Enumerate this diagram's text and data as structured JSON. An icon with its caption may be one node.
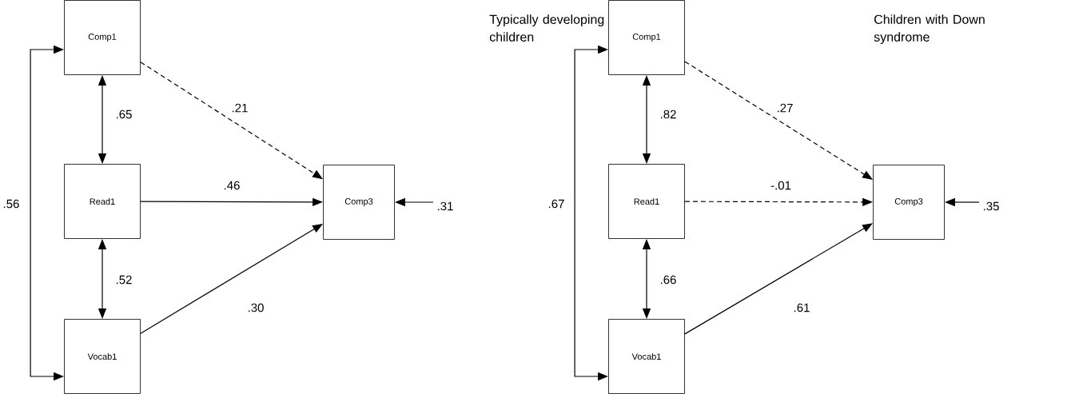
{
  "diagram": {
    "nodes": [
      {
        "text": [
          "Comp1"
        ]
      },
      {
        "text": [
          "Read1"
        ]
      },
      {
        "text": [
          "Vocab1"
        ]
      },
      {
        "text": [
          "Comp3"
        ]
      },
      {
        "text": [
          "Comp1"
        ]
      },
      {
        "text": [
          "Read1"
        ]
      },
      {
        "text": [
          "Vocab1"
        ]
      },
      {
        "text": [
          "Comp3"
        ]
      }
    ],
    "edges": [
      {
        "from": 0,
        "to": 1,
        "arrow": "both",
        "label": ".65"
      },
      {
        "from": 1,
        "to": 2,
        "arrow": "both",
        "label": ".52"
      },
      {
        "from": 0,
        "to": 2,
        "arrow": "both",
        "label": ".56"
      },
      {
        "from": 0,
        "to": 3,
        "arrow": "to",
        "label": ".21",
        "style": "dashed"
      },
      {
        "from": 1,
        "to": 3,
        "arrow": "to",
        "label": ".46"
      },
      {
        "from": 2,
        "to": 3,
        "arrow": "to",
        "label": ".30"
      },
      {
        "from": null,
        "to": 3,
        "arrow": "to",
        "label": ".31"
      },
      {
        "from": 4,
        "to": 5,
        "arrow": "both",
        "label": ".82"
      },
      {
        "from": 5,
        "to": 6,
        "arrow": "both",
        "label": ".66"
      },
      {
        "from": 4,
        "to": 6,
        "arrow": "both",
        "label": ".67"
      },
      {
        "from": 4,
        "to": 7,
        "arrow": "to",
        "label": ".27",
        "style": "dashed"
      },
      {
        "from": 5,
        "to": 7,
        "arrow": "to",
        "label": "-.01",
        "style": "dashed"
      },
      {
        "from": 6,
        "to": 7,
        "arrow": "to",
        "label": ".61"
      },
      {
        "from": null,
        "to": 7,
        "arrow": "to",
        "label": ".35"
      }
    ],
    "labels": [
      "Typically developing children",
      "Children with Down syndrome"
    ]
  }
}
